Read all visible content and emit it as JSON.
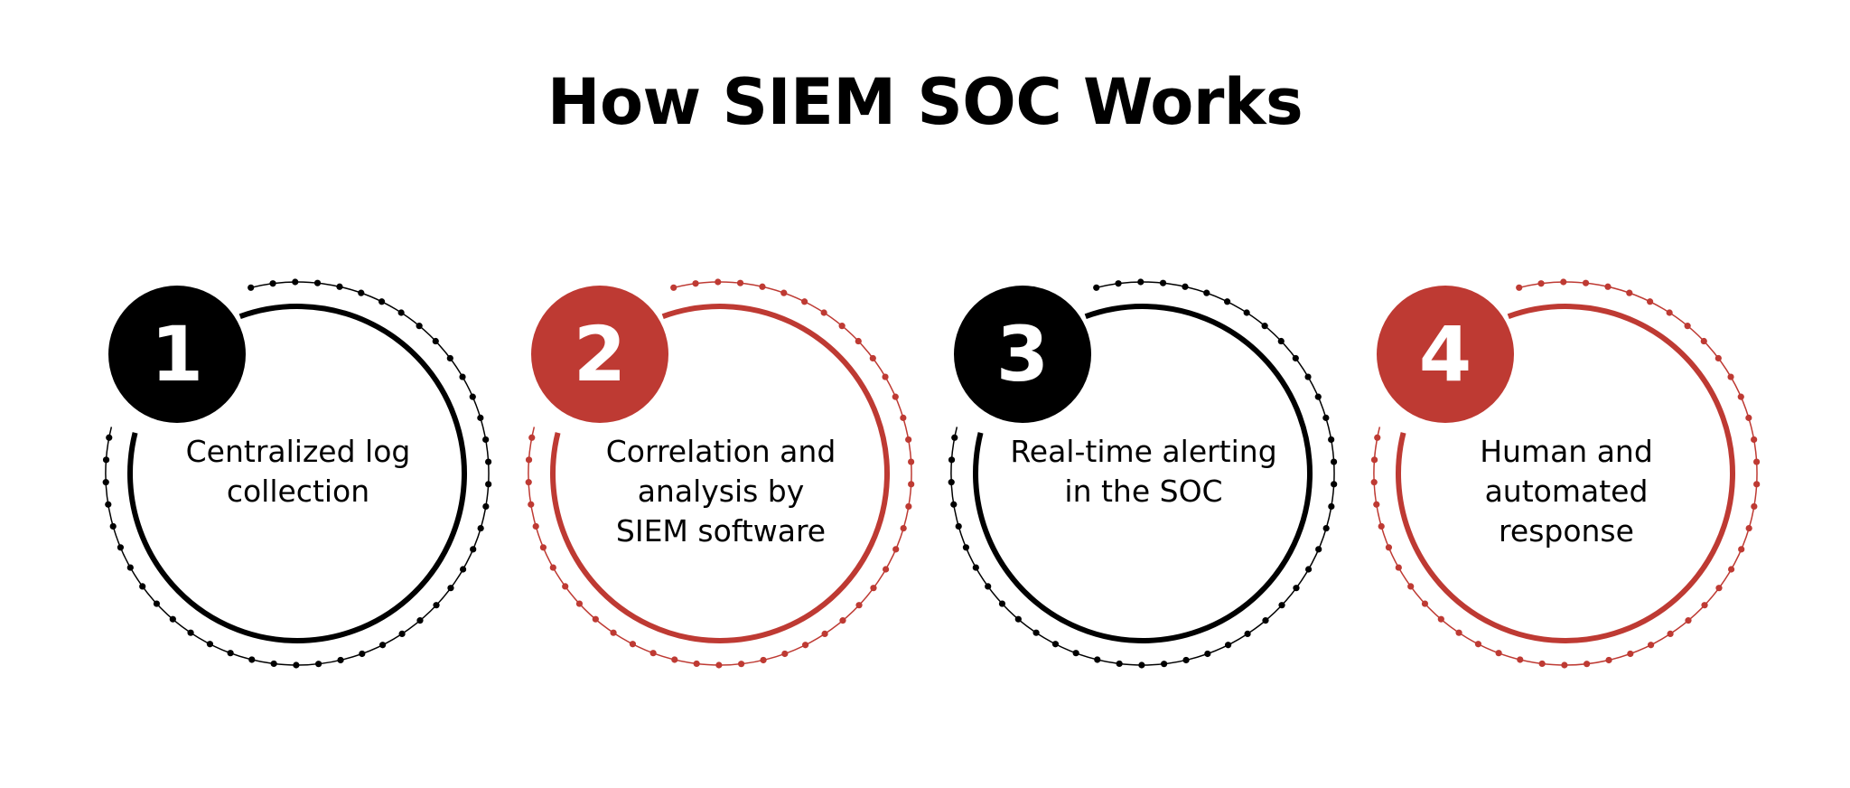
{
  "title": "How SIEM SOC Works",
  "colors": {
    "black": "#000000",
    "red": "#BE3A33",
    "background": "#FFFFFF"
  },
  "steps": [
    {
      "number": "1",
      "label": "Centralized log collection",
      "lines": [
        "Centralized log",
        "collection"
      ],
      "color": "#000000"
    },
    {
      "number": "2",
      "label": "Correlation and analysis by SIEM software",
      "lines": [
        "Correlation and",
        "analysis by",
        "SIEM software"
      ],
      "color": "#BE3A33"
    },
    {
      "number": "3",
      "label": "Real-time alerting in the SOC",
      "lines": [
        "Real-time alerting",
        "in the SOC"
      ],
      "color": "#000000"
    },
    {
      "number": "4",
      "label": "Human and automated response",
      "lines": [
        "Human and",
        "automated response"
      ],
      "color": "#BE3A33"
    }
  ]
}
